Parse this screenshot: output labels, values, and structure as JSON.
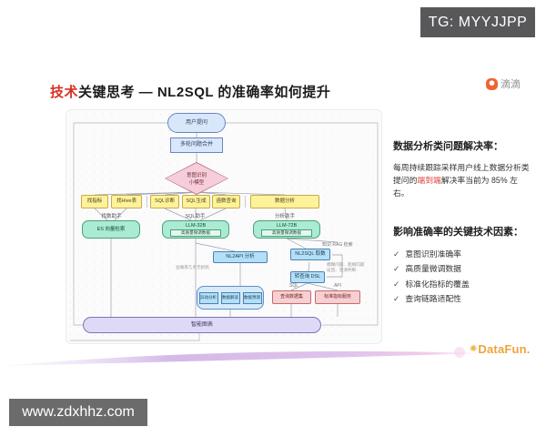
{
  "watermark_top": {
    "label": "TG: MYYJJPP"
  },
  "watermark_bottom": {
    "label": "www.zdxhhz.com"
  },
  "slide": {
    "title": {
      "highlight": "技术",
      "rest": "关键思考 —  NL2SQL 的准确率如何提升"
    },
    "brand": {
      "name": "滴滴"
    },
    "footer": {
      "logo_icon": "✺",
      "logo_text": "DataFun."
    },
    "right_panel": {
      "s1_title": "数据分析类问题解决率：",
      "s1_pre": "每周持续跟踪采样用户线上数据分析类提问的",
      "s1_em": "端到端",
      "s1_post": "解决率当前为 85% 左右。",
      "s2_title": "影响准确率的关键技术因素：",
      "check": "✓",
      "bullets": [
        "意图识别准确率",
        "高质量微调数据",
        "标准化指标的覆盖",
        "查询链路适配性"
      ]
    },
    "flowchart": {
      "user_question": "用户提问",
      "merge": "多轮问题合并",
      "intent_l1": "意图识别",
      "intent_l2": "小模型",
      "tools": [
        "找指标",
        "找Hive表",
        "SQL诊断",
        "SQL生成",
        "函数查询",
        "数据分析"
      ],
      "groups": [
        "找数助手",
        "SQL助手",
        "分析助手"
      ],
      "es": "ES 向量检索",
      "llm32": "LLM-32B",
      "llm72": "LLM-72B",
      "finetune": "高质量微调数据",
      "rag": "知识 RAG 检索",
      "nl2api": "NL2API 分析",
      "nl2api_note": "准确率几乎无损耗",
      "nl2sql": "NL2SQL 取数",
      "dsl": "转查询 DSL",
      "note_l1": "模糊问题、超纲问题",
      "note_l2": "返回、澄清判断",
      "sql": "SQL",
      "api": "API",
      "analysis": [
        "异动分析",
        "数据解读",
        "数据预测"
      ],
      "dataset": "查询数据集",
      "metric": "标准指标服务",
      "chart": "智能图表"
    }
  },
  "colors": {
    "title_red": "#d93025",
    "badge_bg": "#58585a",
    "didi_orange": "#f06432",
    "datafun_orange": "#eda43f",
    "yellow": "#fef29b",
    "green": "#a9ecd3",
    "blue": "#b3e0f7",
    "pink": "#f8cfd2",
    "purple_bar": "#ded9f6",
    "node_blue": "#d9e7fb",
    "diamond_pink": "#f6cdd8"
  }
}
